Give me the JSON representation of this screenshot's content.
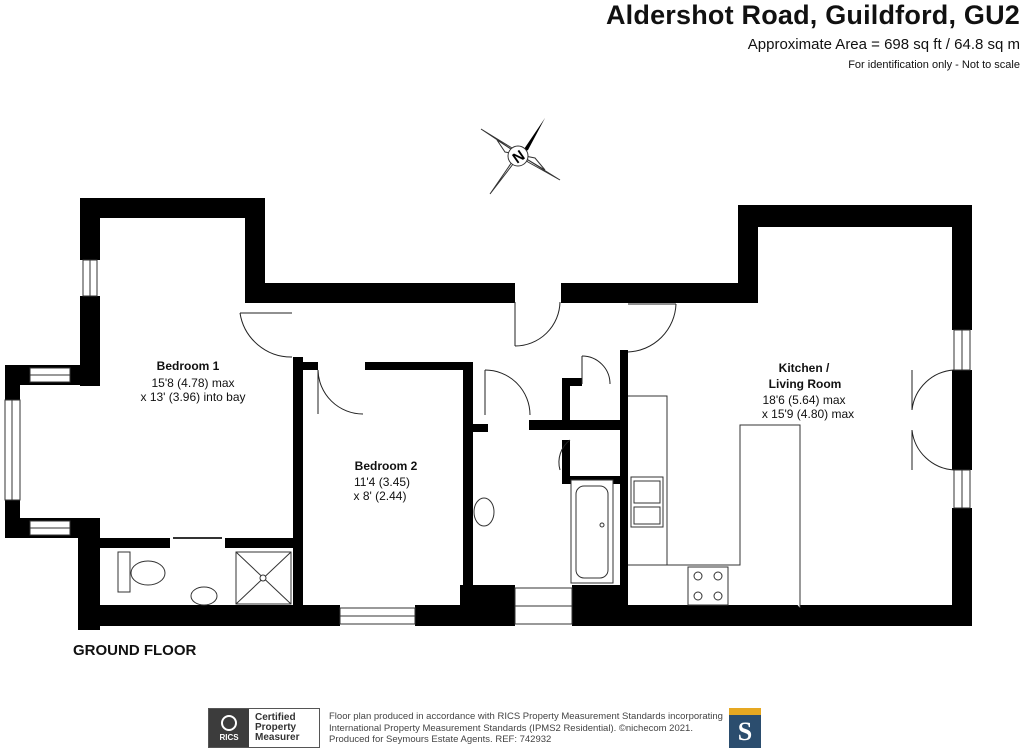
{
  "header": {
    "title": "Aldershot Road, Guildford, GU2",
    "area": "Approximate Area = 698 sq ft / 64.8 sq m",
    "note": "For identification only - Not to scale"
  },
  "compass": {
    "letter": "N"
  },
  "rooms": {
    "bedroom1": {
      "name": "Bedroom 1",
      "dim1": "15'8 (4.78) max",
      "dim2": "x 13' (3.96) into bay"
    },
    "bedroom2": {
      "name": "Bedroom 2",
      "dim1": "11'4 (3.45)",
      "dim2": "x 8' (2.44)"
    },
    "kitchen": {
      "name1": "Kitchen /",
      "name2": "Living Room",
      "dim1": "18'6 (5.64) max",
      "dim2": "x 15'9 (4.80) max"
    }
  },
  "floor_label": "GROUND FLOOR",
  "footer": {
    "badge_mark": "RICS",
    "badge_line1": "Certified",
    "badge_line2": "Property",
    "badge_line3": "Measurer",
    "line1": "Floor plan produced in accordance with RICS Property Measurement Standards incorporating",
    "line2": "International Property Measurement Standards (IPMS2 Residential). ©nichecom 2021.",
    "line3": "Produced for Seymours Estate Agents.   REF:  742932",
    "logo_letter": "S"
  },
  "colors": {
    "wall": "#000000",
    "logo_blue": "#2b4d6e",
    "logo_gold": "#e6a822"
  }
}
